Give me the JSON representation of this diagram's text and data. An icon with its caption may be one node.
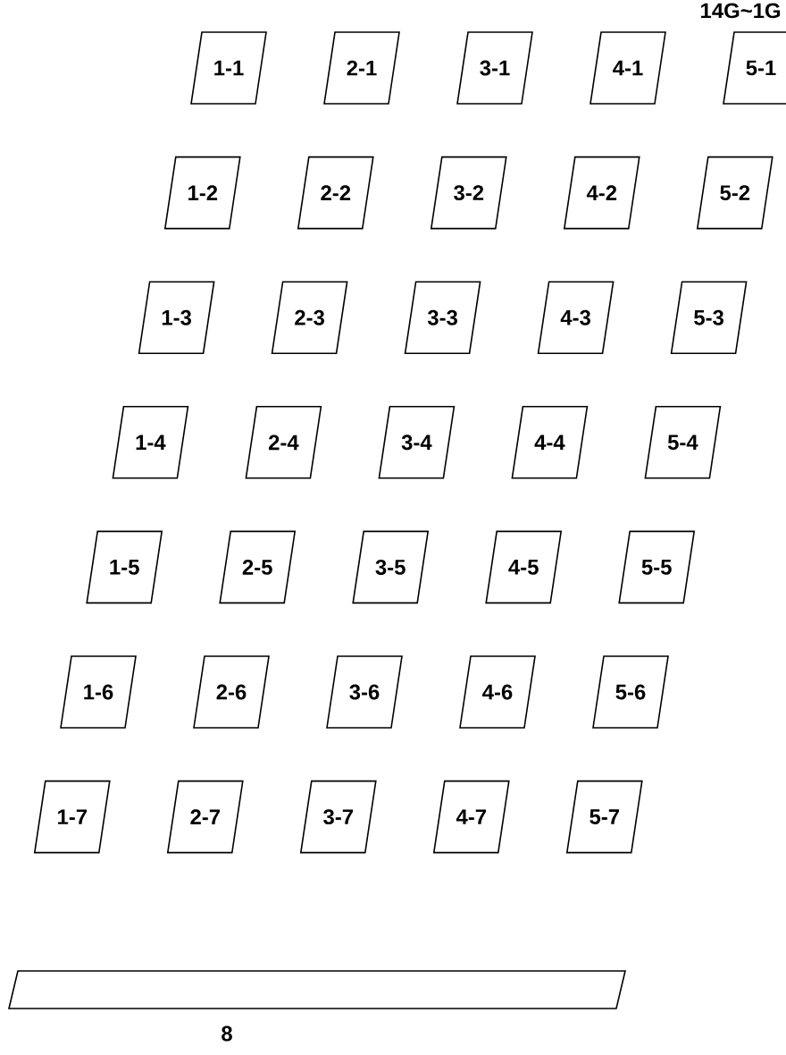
{
  "diagram": {
    "nodes": [
      {
        "text": [
          "1-1"
        ]
      },
      {
        "text": [
          "2-1"
        ]
      },
      {
        "text": [
          "3-1"
        ]
      },
      {
        "text": [
          "4-1"
        ]
      },
      {
        "text": [
          "5-1"
        ]
      },
      {
        "text": [
          "1-2"
        ]
      },
      {
        "text": [
          "2-2"
        ]
      },
      {
        "text": [
          "3-2"
        ]
      },
      {
        "text": [
          "4-2"
        ]
      },
      {
        "text": [
          "5-2"
        ]
      },
      {
        "text": [
          "1-3"
        ]
      },
      {
        "text": [
          "2-3"
        ]
      },
      {
        "text": [
          "3-3"
        ]
      },
      {
        "text": [
          "4-3"
        ]
      },
      {
        "text": [
          "5-3"
        ]
      },
      {
        "text": [
          "1-4"
        ]
      },
      {
        "text": [
          "2-4"
        ]
      },
      {
        "text": [
          "3-4"
        ]
      },
      {
        "text": [
          "4-4"
        ]
      },
      {
        "text": [
          "5-4"
        ]
      },
      {
        "text": [
          "1-5"
        ]
      },
      {
        "text": [
          "2-5"
        ]
      },
      {
        "text": [
          "3-5"
        ]
      },
      {
        "text": [
          "4-5"
        ]
      },
      {
        "text": [
          "5-5"
        ]
      },
      {
        "text": [
          "1-6"
        ]
      },
      {
        "text": [
          "2-6"
        ]
      },
      {
        "text": [
          "3-6"
        ]
      },
      {
        "text": [
          "4-6"
        ]
      },
      {
        "text": [
          "5-6"
        ]
      },
      {
        "text": [
          "1-7"
        ]
      },
      {
        "text": [
          "2-7"
        ]
      },
      {
        "text": [
          "3-7"
        ]
      },
      {
        "text": [
          "4-7"
        ]
      },
      {
        "text": [
          "5-7"
        ]
      },
      {
        "text": [
          "8"
        ]
      }
    ],
    "labels": [
      "14G~1G"
    ]
  }
}
